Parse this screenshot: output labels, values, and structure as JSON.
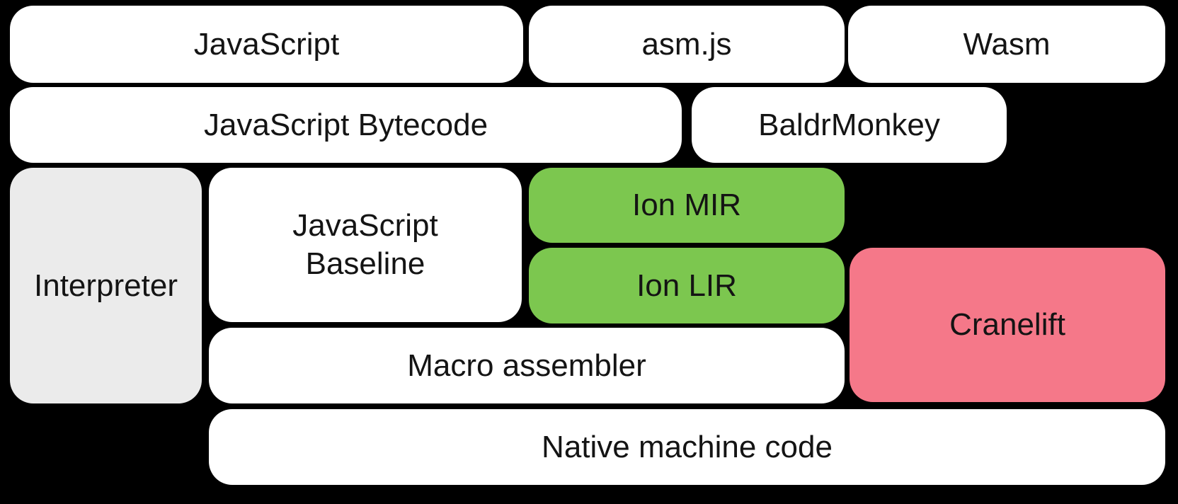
{
  "diagram": {
    "title": "SpiderMonkey compilation pipeline diagram",
    "colors": {
      "background": "#000000",
      "text": "#141414",
      "white_box": "#ffffff",
      "gray_box": "#ebebeb",
      "green_box": "#7cc74f",
      "pink_box": "#f57889"
    },
    "boxes": {
      "javascript": {
        "label": "JavaScript",
        "fill": "#ffffff"
      },
      "asmjs": {
        "label": "asm.js",
        "fill": "#ffffff"
      },
      "wasm": {
        "label": "Wasm",
        "fill": "#ffffff"
      },
      "bytecode": {
        "label": "JavaScript Bytecode",
        "fill": "#ffffff"
      },
      "baldrmonkey": {
        "label": "BaldrMonkey",
        "fill": "#ffffff"
      },
      "interpreter": {
        "label": "Interpreter",
        "fill": "#ebebeb"
      },
      "baseline": {
        "label": "JavaScript Baseline",
        "fill": "#ffffff"
      },
      "ion_mir": {
        "label": "Ion MIR",
        "fill": "#7cc74f"
      },
      "ion_lir": {
        "label": "Ion LIR",
        "fill": "#7cc74f"
      },
      "cranelift": {
        "label": "Cranelift",
        "fill": "#f57889"
      },
      "macro_assembler": {
        "label": "Macro assembler",
        "fill": "#ffffff"
      },
      "native": {
        "label": "Native machine code",
        "fill": "#ffffff"
      }
    }
  }
}
